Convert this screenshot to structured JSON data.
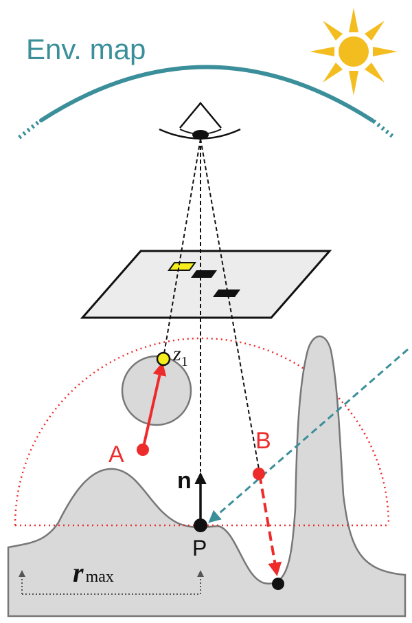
{
  "labels": {
    "env_map": "Env. map",
    "point_a": "A",
    "point_b": "B",
    "point_p": "P",
    "normal": "n",
    "z1": "z",
    "z1_sub": "1",
    "rmax": "r",
    "rmax_sub": "max"
  },
  "colors": {
    "teal": "#3b8f9a",
    "red": "#ee2b2b",
    "sun": "#f3bd1f",
    "gray_fill": "#d9d9d9",
    "gray_stroke": "#777777",
    "yellow": "#f5ee1c",
    "plane_fill": "#ececec",
    "black": "#111111"
  },
  "icons": {
    "sun": "sun-icon",
    "eye": "eye-icon"
  }
}
